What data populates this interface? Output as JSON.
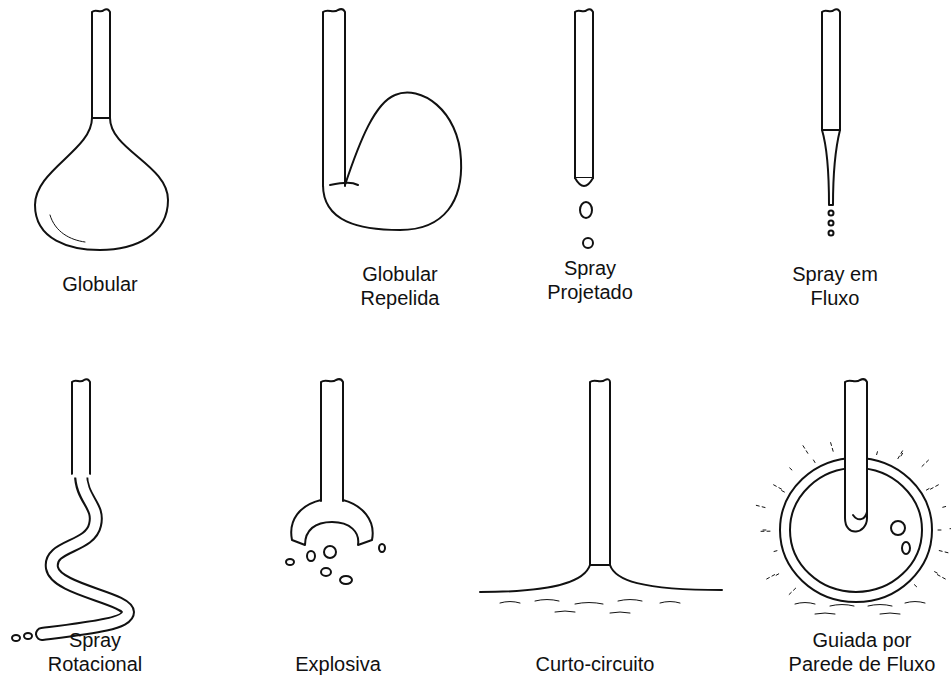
{
  "diagram": {
    "labels": [
      "Globular",
      "Globular Repelida",
      "Spray Projetado",
      "Spray em Fluxo",
      "Spray Rotacional",
      "Explosiva",
      "Curto-circuito",
      "Guiada por Parede de Fluxo"
    ]
  }
}
